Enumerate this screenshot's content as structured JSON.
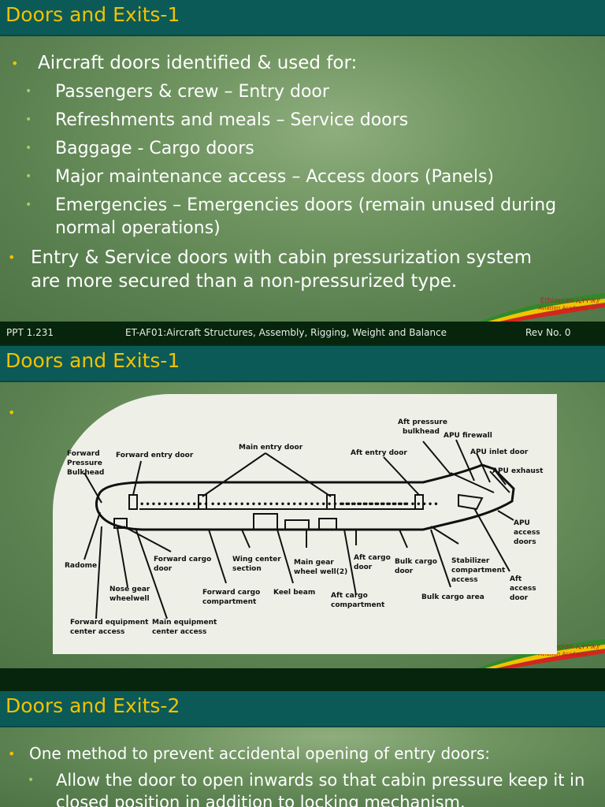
{
  "slide1": {
    "title": "Doors and Exits-1",
    "bullets": [
      {
        "text": "Aircraft doors identified  & used for:",
        "level": 1
      },
      {
        "text": "Passengers & crew – Entry door",
        "level": 2
      },
      {
        "text": "Refreshments and  meals – Service doors",
        "level": 2
      },
      {
        "text": "Baggage  -  Cargo doors",
        "level": 2
      },
      {
        "text": "Major maintenance access – Access doors (Panels)",
        "level": 2
      },
      {
        "text": "Emergencies – Emergencies doors (remain unused during normal operations)",
        "level": 2
      },
      {
        "text": "Entry & Service doors with cabin pressurization system  are more secured than a non-pressurized type.",
        "level": 1
      }
    ],
    "footer": {
      "left": "PPT 1.231",
      "center": "ET-AF01:Aircraft Structures, Assembly, Rigging, Weight and Balance",
      "right": "Rev No. 0"
    }
  },
  "slide2": {
    "title": "Doors and Exits-1",
    "diagram_labels": {
      "fwd_pressure_bulkhead": [
        "Forward",
        "Pressure",
        "Bulkhead"
      ],
      "forward_entry_door": "Forward entry door",
      "main_entry_door": "Main entry door",
      "aft_entry_door": "Aft entry door",
      "aft_pressure_bulkhead": [
        "Aft pressure",
        "bulkhead"
      ],
      "apu_firewall": "APU firewall",
      "apu_inlet_door": "APU inlet door",
      "apu_exhaust": "APU exhaust",
      "apu_access_doors": [
        "APU",
        "access",
        "doors"
      ],
      "radome": "Radome",
      "forward_cargo_door": [
        "Forward cargo",
        "door"
      ],
      "wing_center_section": [
        "Wing center",
        "section"
      ],
      "main_gear_wheel_well": [
        "Main gear",
        "wheel well(2)"
      ],
      "aft_cargo_door": [
        "Aft cargo",
        "door"
      ],
      "bulk_cargo_door": [
        "Bulk cargo",
        "door"
      ],
      "stabilizer_compartment_access": [
        "Stabilizer",
        "compartment",
        "access"
      ],
      "aft_access_door": [
        "Aft",
        "access",
        "door"
      ],
      "nose_gear_wheelwell": [
        "Nose gear",
        "wheelwell"
      ],
      "forward_cargo_compartment": [
        "Forward cargo",
        "compartment"
      ],
      "keel_beam": "Keel beam",
      "aft_cargo_compartment": [
        "Aft cargo",
        "compartment"
      ],
      "bulk_cargo_area": "Bulk cargo area",
      "forward_equipment_center_access": [
        "Forward equipment",
        "center access"
      ],
      "main_equipment_center_access": [
        "Main equipment",
        "center access"
      ]
    }
  },
  "slide3": {
    "title": "Doors  and Exits-2",
    "bullets": [
      {
        "text": "One method to prevent  accidental opening of entry doors:",
        "level": 1
      },
      {
        "text": "Allow the door to open inwards so that cabin pressure keep it in closed position  in addition to locking mechanism.",
        "level": 2
      }
    ]
  },
  "logo": {
    "line1": "Ethiopian ኢትዮጵያ",
    "line2": "Aviation Academy"
  },
  "colors": {
    "title_bar": "#0b5a57",
    "title_text": "#f2c200",
    "footer_bg": "#07240c",
    "bullet_l1": "#f2c200",
    "bullet_l2": "#9bd36a"
  }
}
